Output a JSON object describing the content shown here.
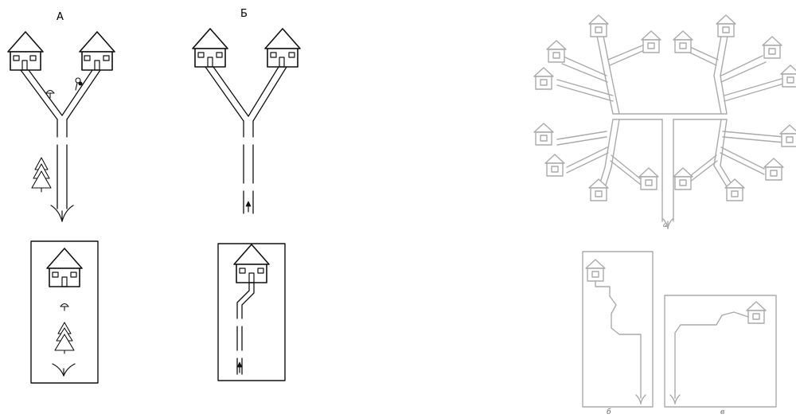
{
  "left": {
    "panel_a_label": "А",
    "panel_b_label": "Б"
  },
  "right": {
    "label_a": "а",
    "label_b": "б",
    "label_v": "в"
  },
  "colors": {
    "left_ink": "#111111",
    "right_ink": "#a9a9a9"
  }
}
